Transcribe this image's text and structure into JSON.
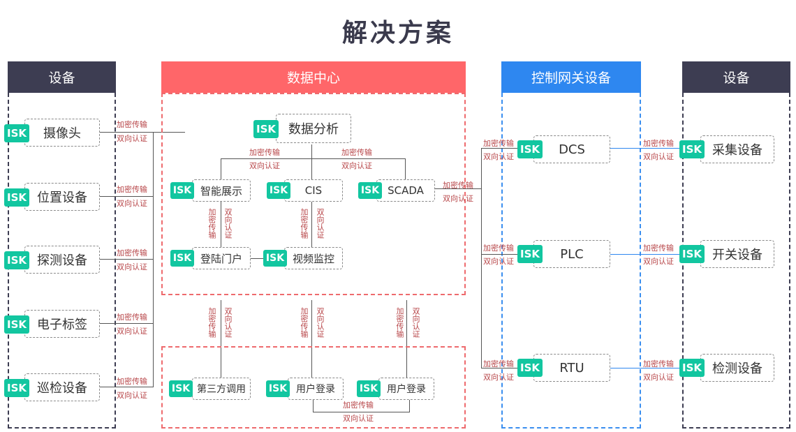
{
  "title": "解决方案",
  "badge": "ISK",
  "link": {
    "enc": "加密传输",
    "auth": "双向认证"
  },
  "columns": {
    "devices_left": {
      "header": "设备",
      "items": [
        "摄像头",
        "位置设备",
        "探测设备",
        "电子标签",
        "巡检设备"
      ]
    },
    "data_center": {
      "header": "数据中心",
      "analysis": "数据分析",
      "smart_display": "智能展示",
      "cis": "CIS",
      "scada": "SCADA",
      "login_portal": "登陆门户",
      "video_monitor": "视频监控"
    },
    "apps": {
      "third_party": "第三方调用",
      "user_login_1": "用户登录",
      "user_login_2": "用户登录"
    },
    "gateway": {
      "header": "控制网关设备",
      "items": [
        "DCS",
        "PLC",
        "RTU"
      ]
    },
    "devices_right": {
      "header": "设备",
      "items": [
        "采集设备",
        "开关设备",
        "检测设备"
      ]
    }
  },
  "colors": {
    "dark": "#3d3d52",
    "red": "#ff6669",
    "blue": "#2e87f0",
    "teal": "#12c6a0",
    "label": "#b8474a"
  }
}
